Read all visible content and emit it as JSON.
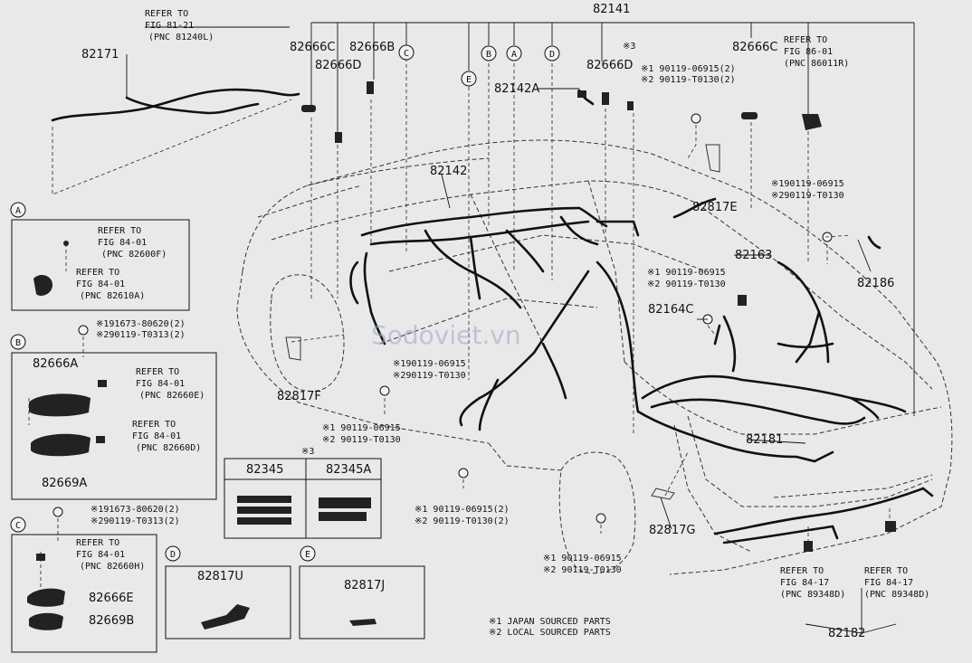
{
  "part_numbers": {
    "top_harness": "82141",
    "floor_wire": "82171",
    "c1": "82666C",
    "c2": "82666C",
    "d_conn": "82666D",
    "b_conn": "82666B",
    "a_sub": "82142A",
    "d2_conn": "82666D",
    "main": "82142",
    "e_clamp": "82817E",
    "f_clamp": "82817F",
    "w163": "82163",
    "w186": "82186",
    "c164": "82164C",
    "w181": "82181",
    "g_clamp": "82817G",
    "w182": "82182"
  },
  "callouts": {
    "a": "A",
    "b": "B",
    "c": "C",
    "d": "D",
    "e": "E"
  },
  "refer": {
    "r8121_1": "REFER TO",
    "r8121_2": "FIG 81-21",
    "r8121_3": "(PNC 81240L)",
    "r8601_1": "REFER TO",
    "r8601_2": "FIG 86-01",
    "r8601_3": "(PNC 86011R)",
    "rear1_1": "REFER TO",
    "rear1_2": "FIG 84-17",
    "rear1_3": "(PNC 89348D)",
    "rear2_1": "REFER TO",
    "rear2_2": "FIG 84-17",
    "rear2_3": "(PNC 89348D)"
  },
  "bolts": {
    "top_1": "※1 90119-06915(2)",
    "top_2": "※2 90119-T0130(2)",
    "r1_1": "※190119-06915",
    "r1_2": "※290119-T0130",
    "mid_1": "※1 90119-06915",
    "mid_2": "※2 90119-T0130",
    "cen_1": "※190119-06915",
    "cen_2": "※290119-T0130",
    "low_1": "※1 90119-06915",
    "low_2": "※2 90119-T0130",
    "bot_1": "※1 90119-06915(2)",
    "bot_2": "※2 90119-T0130(2)",
    "wheel_1": "※1 90119-06915",
    "wheel_2": "※2 90119-T0130"
  },
  "note3": "※3",
  "box_a": {
    "tag": "A",
    "ref1": "REFER TO",
    "ref1b": "FIG 84-01",
    "ref1c": "(PNC 82600F)",
    "ref2": "REFER TO",
    "ref2b": "FIG 84-01",
    "ref2c": "(PNC 82610A)"
  },
  "box_b": {
    "tag": "B",
    "bolt1": "※191673-80620(2)",
    "bolt2": "※290119-T0313(2)",
    "p1": "82666A",
    "p2": "82669A",
    "ref1": "REFER TO",
    "ref1b": "FIG 84-01",
    "ref1c": "(PNC 82660E)",
    "ref2": "REFER TO",
    "ref2b": "FIG 84-01",
    "ref2c": "(PNC 82660D)"
  },
  "box_c": {
    "tag": "C",
    "bolt1": "※191673-80620(2)",
    "bolt2": "※290119-T0313(2)",
    "ref1": "REFER TO",
    "ref1b": "FIG 84-01",
    "ref1c": "(PNC 82660H)",
    "p1": "82666E",
    "p2": "82669B"
  },
  "box_3": {
    "note": "※3",
    "col1": "82345",
    "col2": "82345A"
  },
  "box_d": {
    "tag": "D",
    "part": "82817U"
  },
  "box_e": {
    "tag": "E",
    "part": "82817J"
  },
  "legend": {
    "l1": "※1 JAPAN SOURCED PARTS",
    "l2": "※2 LOCAL SOURCED PARTS"
  },
  "watermark": "Sodoviet.vn"
}
